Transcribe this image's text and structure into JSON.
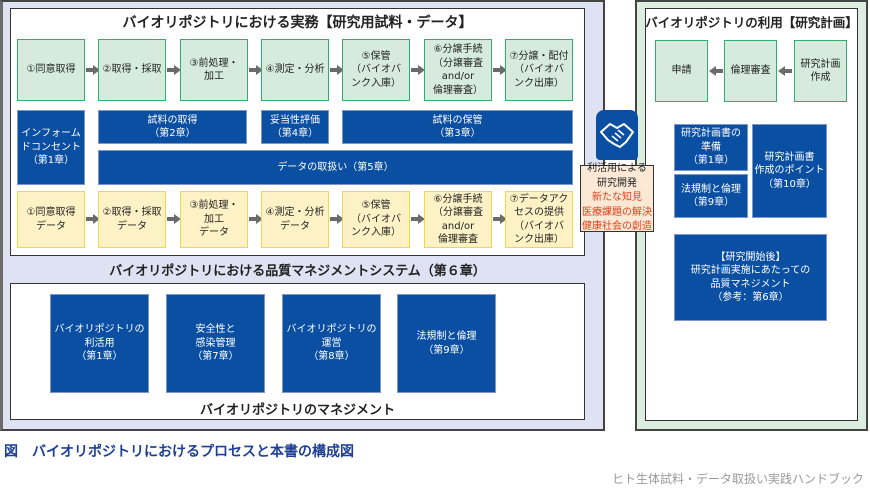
{
  "left_panel": {
    "title": "バイオリポジトリにおける実務【研究用試料・データ】",
    "sample_flow": [
      "①同意取得",
      "②取得・採取",
      "③前処理・\n加工",
      "④測定・分析",
      "⑤保管\n（バイオバ\nンク入庫）",
      "⑥分譲手続\n（分譲審査\nand/or\n倫理審査）",
      "⑦分譲・配付\n（バイオバ\nンク出庫）"
    ],
    "chapters": {
      "informed_consent": "インフォーム\nドコンセント\n（第1章）",
      "sample_acquisition": "試料の取得\n（第2章）",
      "validity_evaluation": "妥当性評価\n（第4章）",
      "sample_storage": "試料の保管\n（第3章）",
      "data_handling": "データの取扱い（第5章）"
    },
    "data_flow": [
      "①同意取得\nデータ",
      "②取得・採取\nデータ",
      "③前処理・\n加工\nデータ",
      "④測定・分析\nデータ",
      "⑤保管\n（バイオバ\nンク入庫）",
      "⑥分譲手続\n（分譲審査\nand/or\n倫理審査",
      "⑦データアク\nセスの提供\n（バイオバ\nンク出庫）"
    ],
    "qms_title": "バイオリポジトリにおける品質マネジメントシステム（第６章）",
    "management_boxes": [
      "バイオリポジトリの\n利活用\n（第1章）",
      "安全性と\n感染管理\n（第7章）",
      "バイオリポジトリの\n運営\n（第8章）",
      "法規制と倫理\n（第9章）"
    ],
    "management_title": "バイオリポジトリのマネジメント"
  },
  "center": {
    "icon": "handshake-icon",
    "line1": "利活用による",
    "line2": "研究開発",
    "red_lines": [
      "新たな知見",
      "医療課題の解決",
      "健康社会の創造"
    ]
  },
  "right_panel": {
    "title": "バイオリポジトリの利用【研究計画】",
    "flow": [
      "申請",
      "倫理審査",
      "研究計画\n作成"
    ],
    "chapters": {
      "plan_prep": "研究計画書の\n準備\n（第1章）",
      "law_ethics": "法規制と倫理\n（第9章）",
      "plan_points": "研究計画書\n作成のポイント\n（第10章）",
      "after_start": "【研究開始後】\n研究計画実施にあたっての\n品質マネジメント\n（参考：第6章）"
    }
  },
  "caption": "図　バイオリポジトリにおけるプロセスと本書の構成図",
  "source": "ヒト生体試料・データ取扱い実践ハンドブック",
  "colors": {
    "chapter_blue": "#0b4fa3",
    "sample_green": "#d6ebdd",
    "data_yellow": "#fdf2c6",
    "caption_blue": "#1d3f96",
    "highlight_red": "#e2401b"
  }
}
